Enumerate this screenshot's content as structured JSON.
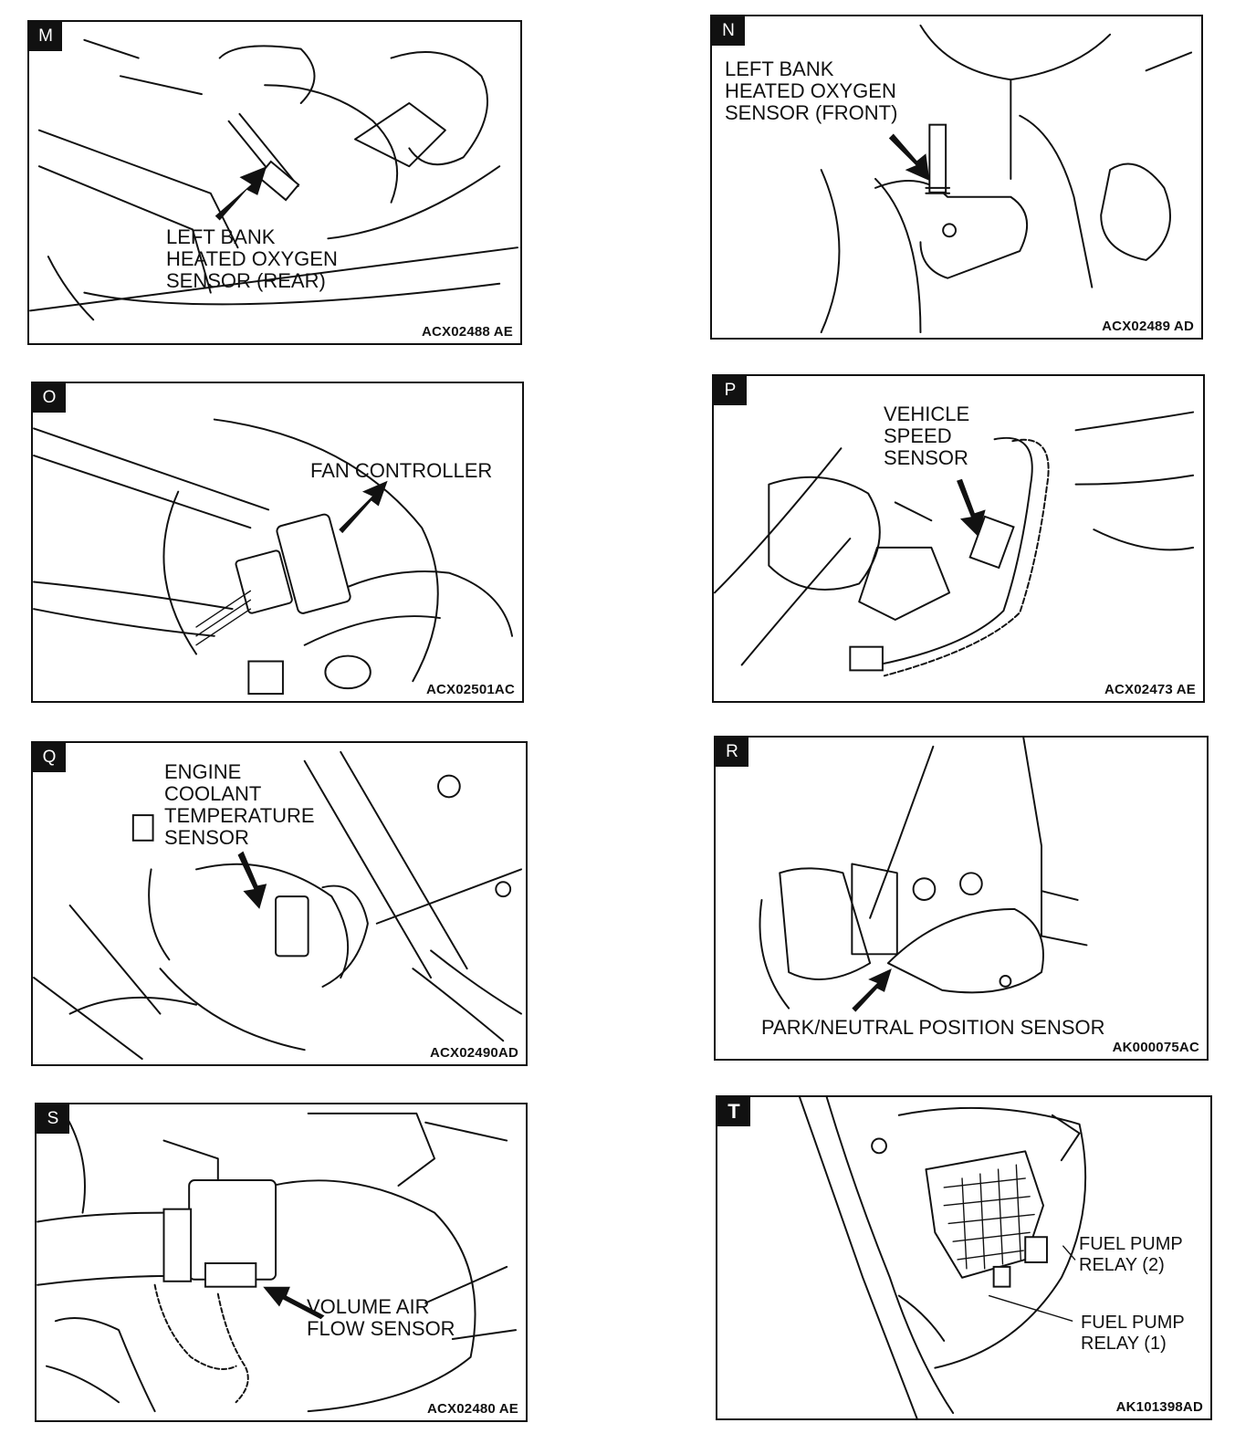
{
  "panels": [
    {
      "letter": "M",
      "code": "ACX02488 AE",
      "labels": [
        "LEFT BANK\nHEATED OXYGEN\nSENSOR (REAR)"
      ]
    },
    {
      "letter": "N",
      "code": "ACX02489 AD",
      "labels": [
        "LEFT BANK\nHEATED OXYGEN\nSENSOR (FRONT)"
      ]
    },
    {
      "letter": "O",
      "code": "ACX02501AC",
      "labels": [
        "FAN CONTROLLER"
      ]
    },
    {
      "letter": "P",
      "code": "ACX02473 AE",
      "labels": [
        "VEHICLE\nSPEED\nSENSOR"
      ]
    },
    {
      "letter": "Q",
      "code": "ACX02490AD",
      "labels": [
        "ENGINE\nCOOLANT\nTEMPERATURE\nSENSOR"
      ]
    },
    {
      "letter": "R",
      "code": "AK000075AC",
      "labels": [
        "PARK/NEUTRAL POSITION SENSOR"
      ]
    },
    {
      "letter": "S",
      "code": "ACX02480 AE",
      "labels": [
        "VOLUME AIR\nFLOW SENSOR"
      ]
    },
    {
      "letter": "T",
      "code": "AK101398AD",
      "labels": [
        "FUEL PUMP\nRELAY (2)",
        "FUEL PUMP\nRELAY (1)"
      ]
    }
  ]
}
